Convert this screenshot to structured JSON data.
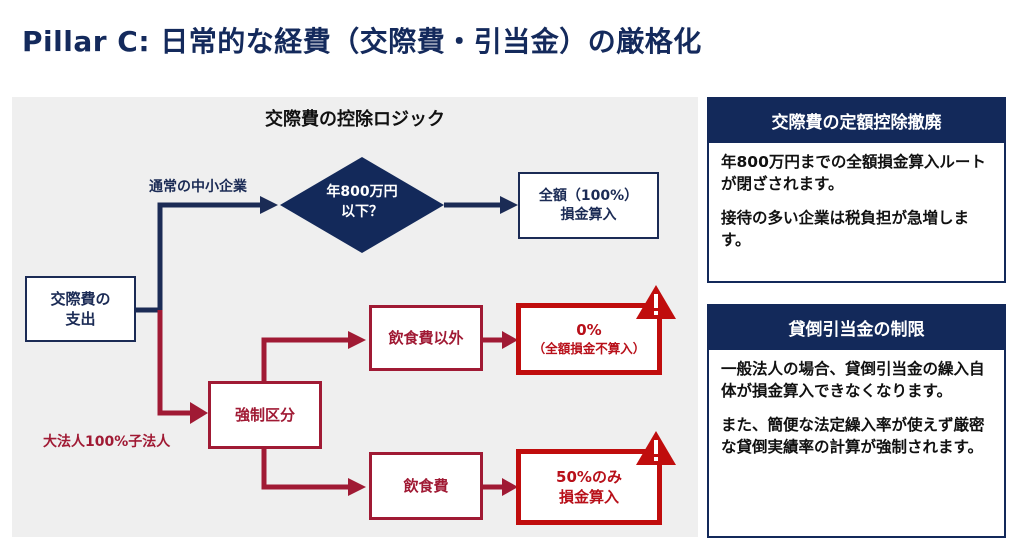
{
  "page": {
    "title": "Pillar C: 日常的な経費（交際費・引当金）の厳格化"
  },
  "diagram": {
    "title": "交際費の控除ロジック",
    "start_node": {
      "line1": "交際費の",
      "line2": "支出"
    },
    "branch_sme": {
      "label": "通常の中小企業",
      "decision": {
        "line1": "年800万円",
        "line2": "以下？"
      },
      "result": {
        "line1": "全額（100%）",
        "line2": "損金算入"
      }
    },
    "branch_large": {
      "label": "大法人100%子法人",
      "node": "強制区分",
      "non_food": {
        "category": "飲食費以外",
        "result_line1": "0%",
        "result_line2": "（全額損金不算入）",
        "warning_icon": "warning-triangle-icon"
      },
      "food": {
        "category": "飲食費",
        "result_line1": "50%のみ",
        "result_line2": "損金算入",
        "warning_icon": "warning-triangle-icon"
      }
    },
    "colors": {
      "navy": "#1b2b55",
      "red": "#a01a34",
      "alert_red": "#c00d0d",
      "panel_bg": "#efefef"
    }
  },
  "cards": [
    {
      "title": "交際費の定額控除撤廃",
      "paragraphs": [
        "年800万円までの全額損金算入ルートが閉ざされます。",
        "接待の多い企業は税負担が急増します。"
      ]
    },
    {
      "title": "貸倒引当金の制限",
      "paragraphs": [
        "一般法人の場合、貸倒引当金の繰入自体が損金算入できなくなります。",
        "また、簡便な法定繰入率が使えず厳密な貸倒実績率の計算が強制されます。"
      ]
    }
  ]
}
